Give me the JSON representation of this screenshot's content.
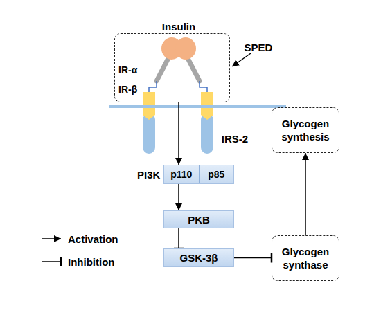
{
  "diagram": {
    "nodes": [
      {
        "text": [
          "IR-α",
          "IR-β"
        ]
      },
      {
        "text": [
          "Glycogen synthesis"
        ]
      },
      {
        "text": [
          "PI3K",
          "p110",
          "p85"
        ]
      },
      {
        "text": [
          "PKB"
        ]
      },
      {
        "text": [
          "GSK-3β"
        ]
      },
      {
        "text": [
          "Glycogen synthase"
        ]
      }
    ],
    "edges": [
      {
        "from": 0,
        "to": 2,
        "arrow": "to"
      },
      {
        "from": 2,
        "to": 3,
        "arrow": "to"
      },
      {
        "from": 3,
        "to": 4,
        "arrow": "to"
      },
      {
        "from": 4,
        "to": 5,
        "arrow": "to"
      },
      {
        "from": 5,
        "to": 1,
        "arrow": "to"
      }
    ],
    "labels": [
      "Insulin",
      "SPED",
      "IRS-2"
    ],
    "legend": [
      {
        "text": "Activation"
      },
      {
        "text": "Inhibition"
      }
    ]
  }
}
